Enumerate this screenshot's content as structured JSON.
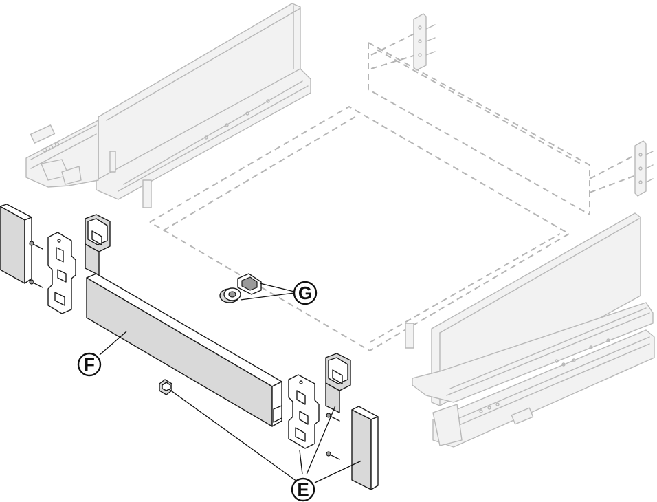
{
  "callouts": [
    {
      "id": "E",
      "label": "E"
    },
    {
      "id": "F",
      "label": "F"
    },
    {
      "id": "G",
      "label": "G"
    }
  ],
  "colors": {
    "line": "#1a1a1a",
    "ghost": "#b8b8b8",
    "panel_fill": "#d9d9d9",
    "background": "#ffffff"
  }
}
